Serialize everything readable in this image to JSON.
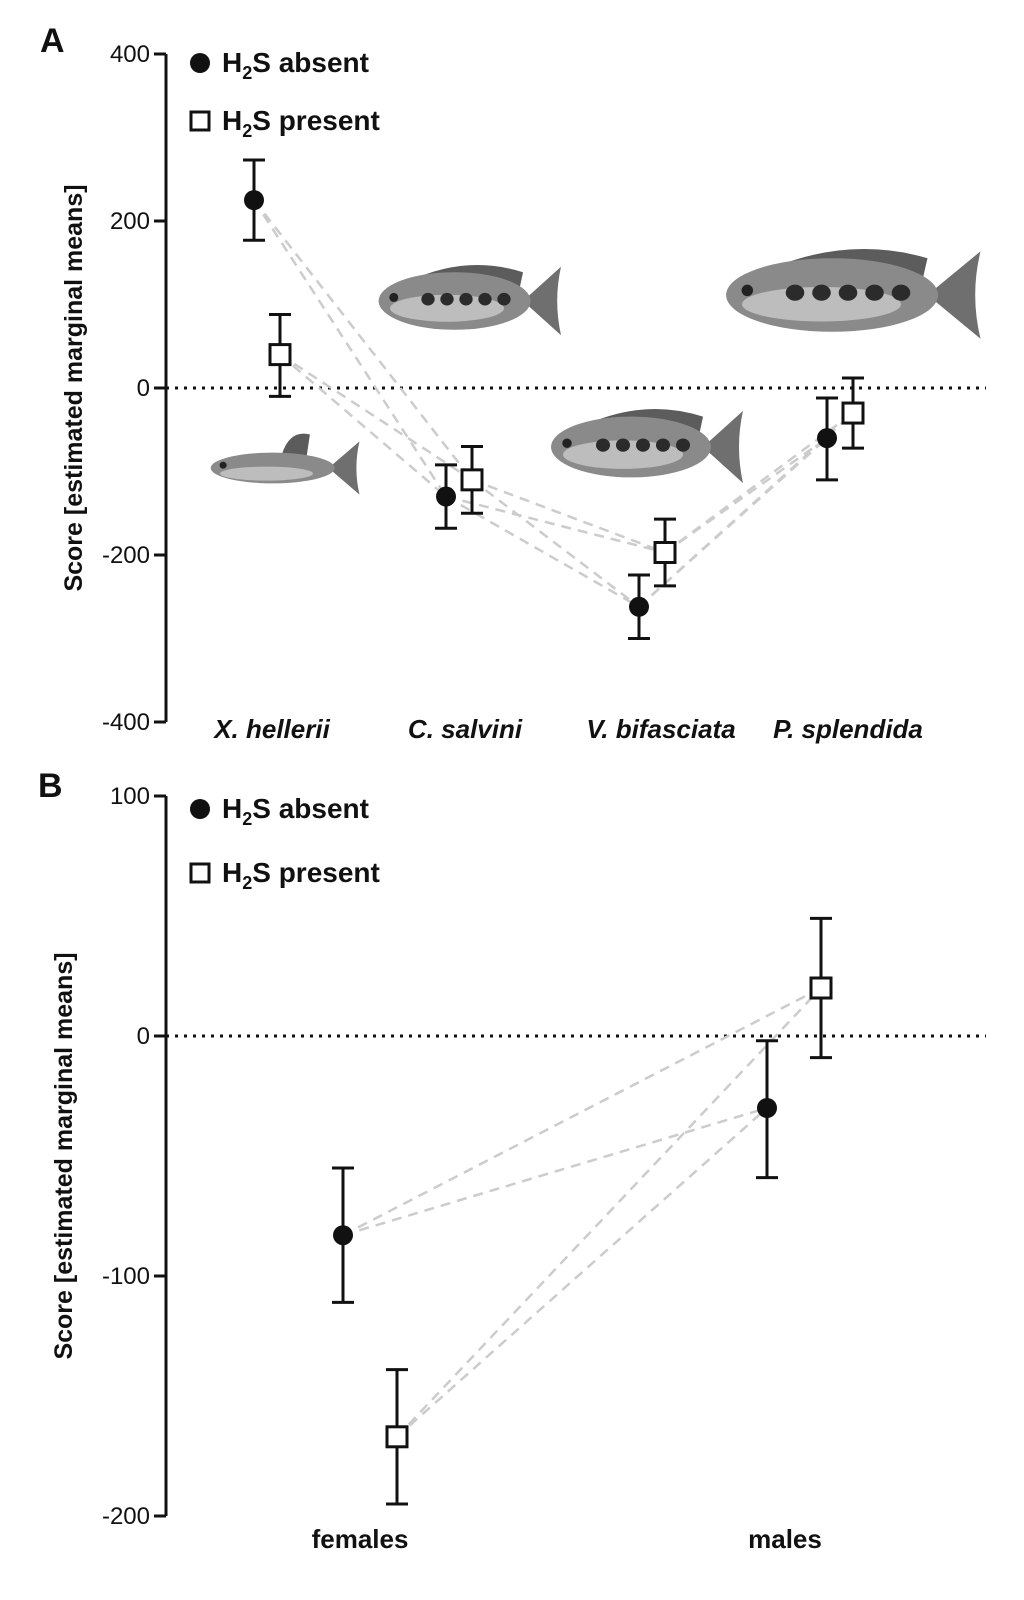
{
  "chart_data": [
    {
      "type": "scatter",
      "panel_label": "A",
      "ylabel": "Score [estimated marginal means]",
      "ylim": [
        -400,
        400
      ],
      "yticks": [
        -400,
        -200,
        0,
        200,
        400
      ],
      "yticklabels": [
        "-400",
        "-200",
        "0",
        "200",
        "400"
      ],
      "categories": [
        "X. hellerii",
        "C. salvini",
        "V. bifasciata",
        "P. splendida"
      ],
      "reference_line": 0,
      "legend": {
        "position": "top-left",
        "entries": [
          {
            "prefix": "H",
            "sub": "2",
            "suffix": "S absent",
            "marker": "filled-circle"
          },
          {
            "prefix": "H",
            "sub": "2",
            "suffix": "S present",
            "marker": "open-square"
          }
        ]
      },
      "series": [
        {
          "marker": "filled-circle",
          "values": [
            225,
            -130,
            -262,
            -60
          ],
          "err_low": [
            177,
            -168,
            -300,
            -110
          ],
          "err_high": [
            273,
            -92,
            -224,
            -12
          ]
        },
        {
          "marker": "open-square",
          "values": [
            40,
            -110,
            -197,
            -30
          ],
          "err_low": [
            -10,
            -150,
            -237,
            -72
          ],
          "err_high": [
            88,
            -70,
            -157,
            12
          ]
        }
      ],
      "images": [
        "fish-X-hellerii",
        "fish-C-salvini",
        "fish-V-bifasciata",
        "fish-P-splendida"
      ]
    },
    {
      "type": "scatter",
      "panel_label": "B",
      "ylabel": "Score [estimated marginal means]",
      "ylim": [
        -200,
        100
      ],
      "yticks": [
        -200,
        -100,
        0,
        100
      ],
      "yticklabels": [
        "-200",
        "-100",
        "0",
        "100"
      ],
      "categories": [
        "females",
        "males"
      ],
      "reference_line": 0,
      "legend": {
        "position": "top-left",
        "entries": [
          {
            "prefix": "H",
            "sub": "2",
            "suffix": "S absent",
            "marker": "filled-circle"
          },
          {
            "prefix": "H",
            "sub": "2",
            "suffix": "S present",
            "marker": "open-square"
          }
        ]
      },
      "series": [
        {
          "marker": "filled-circle",
          "values": [
            -83,
            -30
          ],
          "err_low": [
            -111,
            -59
          ],
          "err_high": [
            -55,
            -2
          ]
        },
        {
          "marker": "open-square",
          "values": [
            -167,
            20
          ],
          "err_low": [
            -195,
            -9
          ],
          "err_high": [
            -139,
            49
          ]
        }
      ]
    }
  ],
  "colors": {
    "axis": "#111111",
    "connector": "#cccccc",
    "fish": "#8a8a8a"
  }
}
